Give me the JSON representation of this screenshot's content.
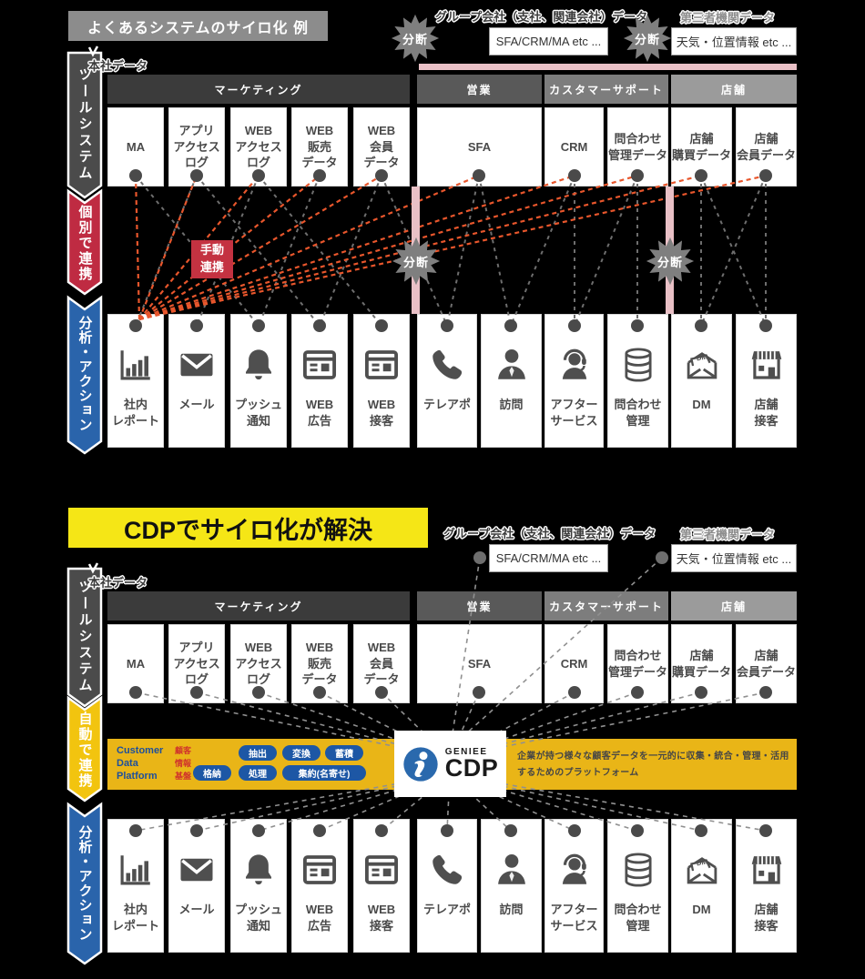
{
  "shared": {
    "honsha_label": "本社データ",
    "group_label": "グループ会社（支社、関連会社）データ",
    "group_box_value": "SFA/CRM/MA etc ...",
    "thirdparty_label": "第三者機関データ",
    "thirdparty_box_value": "天気・位置情報 etc ...",
    "headers": [
      "マーケティング",
      "営業",
      "カスタマーサポート",
      "店舗"
    ],
    "tools": [
      "MA",
      "アプリ\nアクセス\nログ",
      "WEB\nアクセス\nログ",
      "WEB\n販売\nデータ",
      "WEB\n会員\nデータ",
      "SFA",
      "CRM",
      "問合わせ\n管理データ",
      "店舗\n購買データ",
      "店舗\n会員データ"
    ],
    "actions": [
      {
        "label": "社内\nレポート",
        "icon": "bar-chart-icon"
      },
      {
        "label": "メール",
        "icon": "mail-icon"
      },
      {
        "label": "プッシュ\n通知",
        "icon": "bell-icon"
      },
      {
        "label": "WEB\n広告",
        "icon": "browser-ad-icon"
      },
      {
        "label": "WEB\n接客",
        "icon": "browser-serve-icon"
      },
      {
        "label": "テレアポ",
        "icon": "phone-icon"
      },
      {
        "label": "訪問",
        "icon": "person-icon"
      },
      {
        "label": "アフター\nサービス",
        "icon": "headset-icon"
      },
      {
        "label": "問合わせ\n管理",
        "icon": "database-icon"
      },
      {
        "label": "DM",
        "icon": "dm-envelope-icon"
      },
      {
        "label": "店舗\n接客",
        "icon": "store-icon"
      }
    ]
  },
  "section1": {
    "title": "よくあるシステムのサイロ化 例",
    "ribbons": [
      "ツールシステム",
      "個別で連携",
      "分析・アクション"
    ],
    "bundan_label": "分断",
    "manual_label": "手動\n連携"
  },
  "section2": {
    "title": "CDPでサイロ化が解決",
    "ribbons": [
      "ツールシステム",
      "自動で連携",
      "分析・アクション"
    ],
    "cdp": {
      "brand": [
        {
          "en": "Customer",
          "ja": "顧客"
        },
        {
          "en": "Data",
          "ja": "情報"
        },
        {
          "en": "Platform",
          "ja": "基盤"
        }
      ],
      "process_top": [
        "抽出",
        "変換",
        "蓄積"
      ],
      "process_bottom": [
        "格納",
        "処理",
        "集約(名寄せ)"
      ],
      "logo_company": "GENIEE",
      "logo_product": "CDP",
      "description": "企業が持つ様々な顧客データを一元的に収集・統合・管理・活用\nするためのプラットフォーム"
    }
  },
  "colors": {
    "background": "#000000",
    "title1_bg": "#8c8c8c",
    "title2_bg": "#f5e616",
    "cdp_band": "#e9b517",
    "alert_red": "#c43241",
    "line_red": "#e8562c",
    "line_gray": "#6e6e6e",
    "ribbon_dark": "#4b4b4b",
    "ribbon_red": "#bf2b42",
    "ribbon_blue": "#2a64ab",
    "ribbon_yellow": "#f2c40f",
    "pink": "#e9c0c6",
    "burst_gray": "#7f7f7f",
    "process_blue": "#1d57a5",
    "brand_blue": "#1d4f9c",
    "brand_red": "#d0342c",
    "logo_blue": "#2a69ad"
  }
}
